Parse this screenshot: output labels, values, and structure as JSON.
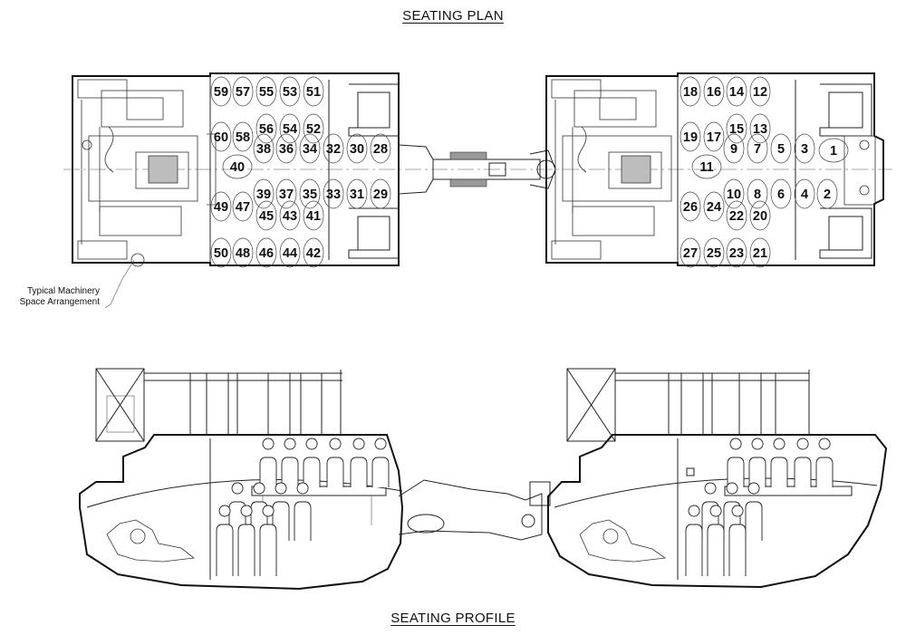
{
  "titles": {
    "plan": "SEATING PLAN",
    "profile": "SEATING PROFILE"
  },
  "callout": {
    "line1": "Typical Machinery",
    "line2": "Space Arrangement"
  },
  "rear_car_seats": [
    "59",
    "57",
    "55",
    "53",
    "51",
    "60",
    "58",
    "56",
    "54",
    "52",
    "38",
    "36",
    "34",
    "32",
    "30",
    "28",
    "40",
    "39",
    "37",
    "35",
    "33",
    "31",
    "29",
    "49",
    "47",
    "45",
    "43",
    "41",
    "50",
    "48",
    "46",
    "44",
    "42"
  ],
  "front_car_seats": [
    "18",
    "16",
    "14",
    "12",
    "19",
    "17",
    "15",
    "13",
    "9",
    "7",
    "5",
    "3",
    "1",
    "11",
    "10",
    "8",
    "6",
    "4",
    "2",
    "26",
    "24",
    "22",
    "20",
    "27",
    "25",
    "23",
    "21"
  ]
}
